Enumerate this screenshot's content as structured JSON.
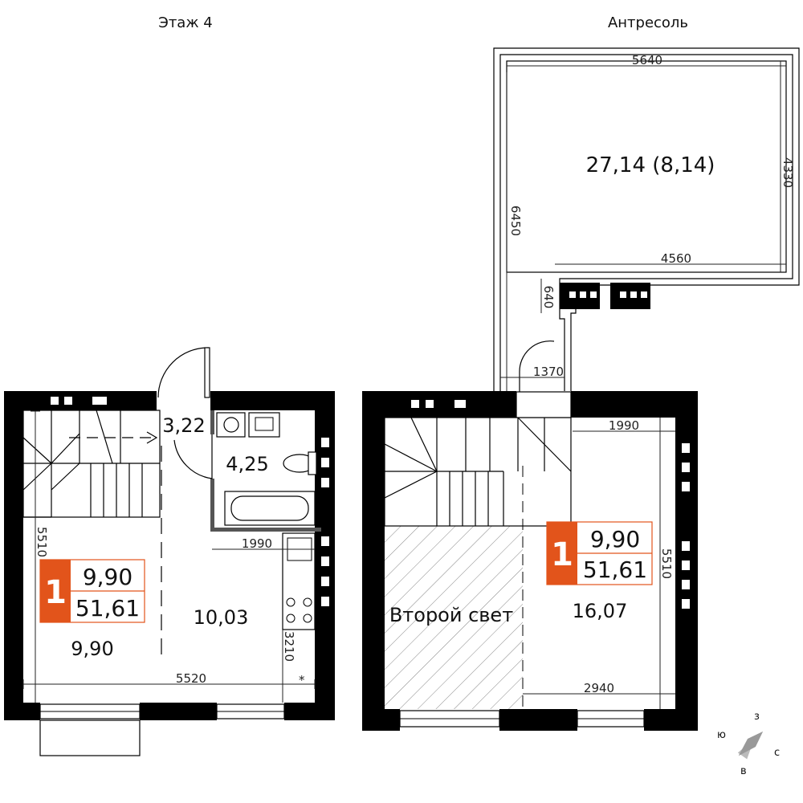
{
  "floors": {
    "floor4_title": "Этаж 4",
    "mezzanine_title": "Антресоль"
  },
  "rooms": {
    "hall_area": "3,22",
    "bathroom_area": "4,25",
    "kitchen_area": "10,03",
    "living_area": "9,90",
    "second_light": "Второй свет",
    "upper_room_area": "16,07",
    "mezzanine_area": "27,14 (8,14)"
  },
  "badge": {
    "rooms": "1",
    "living": "9,90",
    "total": "51,61"
  },
  "dimensions": {
    "left_width": "5520",
    "left_height": "5510",
    "left_bath_width": "1990",
    "left_kitchen": "3210",
    "right_top_width": "1990",
    "right_height": "5510",
    "right_bottom_width": "2940",
    "mez_width": "5640",
    "mez_height_right": "4330",
    "mez_height_left": "6450",
    "mez_inner_width": "4560",
    "mez_short": "640",
    "mez_opening": "1370"
  },
  "compass": {
    "north": "з",
    "east": "с",
    "south": "в",
    "west": "ю"
  },
  "colors": {
    "accent": "#e2541b",
    "wall": "#000000",
    "badge_border": "#e2541b"
  }
}
